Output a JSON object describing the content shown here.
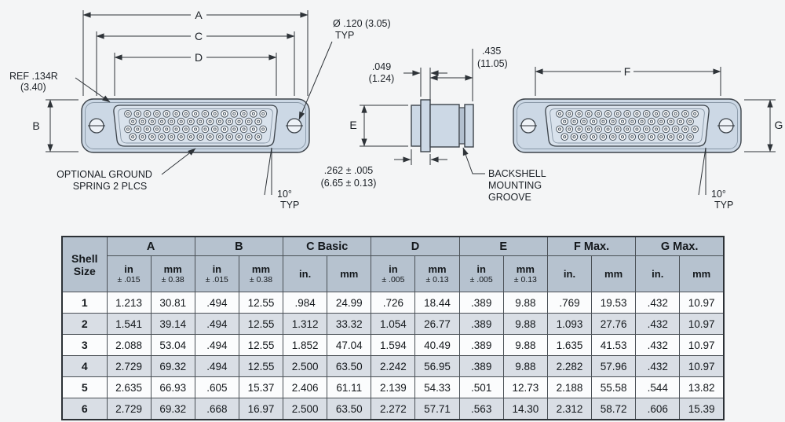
{
  "drawing": {
    "front_view": {
      "dim_a": "A",
      "dim_b": "B",
      "dim_c": "C",
      "dim_d": "D",
      "ref_radius_line1": "REF .134R",
      "ref_radius_line2": "(3.40)",
      "hole_callout_line1": "Ø .120 (3.05)",
      "hole_callout_line2": "TYP",
      "ground_spring_line1": "OPTIONAL GROUND",
      "ground_spring_line2": "SPRING 2 PLCS",
      "angle_line1": "10°",
      "angle_line2": "TYP"
    },
    "side_view": {
      "dim_e": "E",
      "dim_049_line1": ".049",
      "dim_049_line2": "(1.24)",
      "dim_435_line1": ".435",
      "dim_435_line2": "(11.05)",
      "dim_262_line1": ".262 ± .005",
      "dim_262_line2": "(6.65 ± 0.13)",
      "backshell_line1": "BACKSHELL",
      "backshell_line2": "MOUNTING",
      "backshell_line3": "GROOVE"
    },
    "rear_view": {
      "dim_f": "F",
      "dim_g": "G",
      "angle_line1": "10°",
      "angle_line2": "TYP"
    }
  },
  "table": {
    "shell_header_line1": "Shell",
    "shell_header_line2": "Size",
    "groups": [
      "A",
      "B",
      "C Basic",
      "D",
      "E",
      "F Max.",
      "G Max."
    ],
    "units": [
      {
        "u": "in",
        "tol": "± .015"
      },
      {
        "u": "mm",
        "tol": "± 0.38"
      },
      {
        "u": "in",
        "tol": "± .015"
      },
      {
        "u": "mm",
        "tol": "± 0.38"
      },
      {
        "u": "in.",
        "tol": ""
      },
      {
        "u": "mm",
        "tol": ""
      },
      {
        "u": "in",
        "tol": "± .005"
      },
      {
        "u": "mm",
        "tol": "± 0.13"
      },
      {
        "u": "in",
        "tol": "± .005"
      },
      {
        "u": "mm",
        "tol": "± 0.13"
      },
      {
        "u": "in.",
        "tol": ""
      },
      {
        "u": "mm",
        "tol": ""
      },
      {
        "u": "in.",
        "tol": ""
      },
      {
        "u": "mm",
        "tol": ""
      }
    ],
    "rows": [
      {
        "size": "1",
        "values": [
          "1.213",
          "30.81",
          ".494",
          "12.55",
          ".984",
          "24.99",
          ".726",
          "18.44",
          ".389",
          "9.88",
          ".769",
          "19.53",
          ".432",
          "10.97"
        ]
      },
      {
        "size": "2",
        "values": [
          "1.541",
          "39.14",
          ".494",
          "12.55",
          "1.312",
          "33.32",
          "1.054",
          "26.77",
          ".389",
          "9.88",
          "1.093",
          "27.76",
          ".432",
          "10.97"
        ]
      },
      {
        "size": "3",
        "values": [
          "2.088",
          "53.04",
          ".494",
          "12.55",
          "1.852",
          "47.04",
          "1.594",
          "40.49",
          ".389",
          "9.88",
          "1.635",
          "41.53",
          ".432",
          "10.97"
        ]
      },
      {
        "size": "4",
        "values": [
          "2.729",
          "69.32",
          ".494",
          "12.55",
          "2.500",
          "63.50",
          "2.242",
          "56.95",
          ".389",
          "9.88",
          "2.282",
          "57.96",
          ".432",
          "10.97"
        ]
      },
      {
        "size": "5",
        "values": [
          "2.635",
          "66.93",
          ".605",
          "15.37",
          "2.406",
          "61.11",
          "2.139",
          "54.33",
          ".501",
          "12.73",
          "2.188",
          "55.58",
          ".544",
          "13.82"
        ]
      },
      {
        "size": "6",
        "values": [
          "2.729",
          "69.32",
          ".668",
          "16.97",
          "2.500",
          "63.50",
          "2.272",
          "57.71",
          ".563",
          "14.30",
          "2.312",
          "58.72",
          ".606",
          "15.39"
        ]
      }
    ]
  }
}
